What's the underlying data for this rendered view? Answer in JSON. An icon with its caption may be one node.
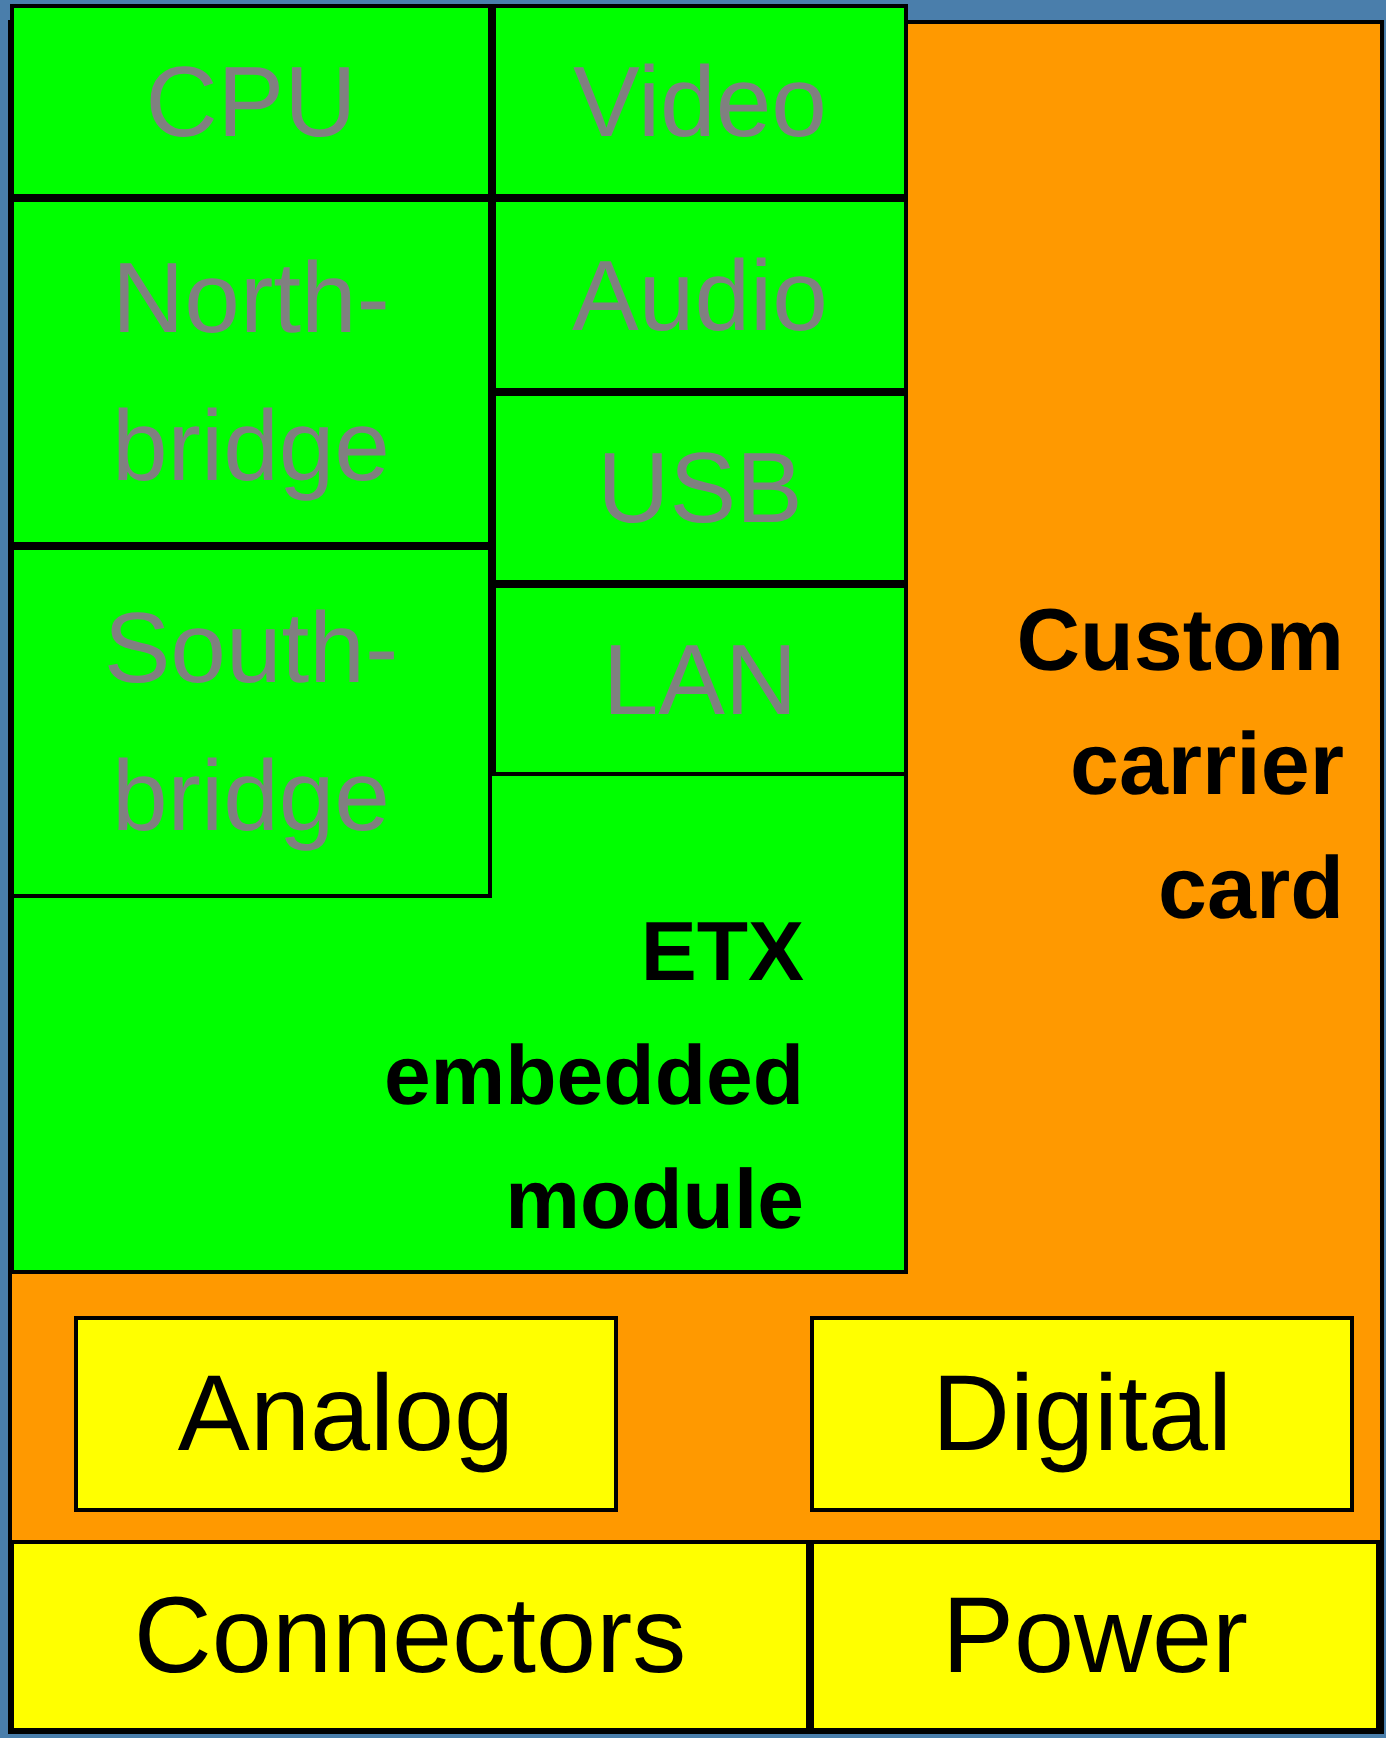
{
  "diagram": {
    "nodes": [
      {
        "text": [
          "Custom carrier card"
        ]
      },
      {
        "text": [
          "ETX embedded module"
        ],
        "in": 0
      },
      {
        "text": [
          "CPU"
        ],
        "in": 1
      },
      {
        "text": [
          "Video"
        ],
        "in": 1
      },
      {
        "text": [
          "North-bridge"
        ],
        "in": 1
      },
      {
        "text": [
          "Audio"
        ],
        "in": 1
      },
      {
        "text": [
          "USB"
        ],
        "in": 1
      },
      {
        "text": [
          "South-bridge"
        ],
        "in": 1
      },
      {
        "text": [
          "LAN"
        ],
        "in": 1
      },
      {
        "text": [
          "Analog"
        ],
        "in": 0
      },
      {
        "text": [
          "Digital"
        ],
        "in": 0
      },
      {
        "text": [
          "Connectors"
        ],
        "in": 0
      },
      {
        "text": [
          "Power"
        ],
        "in": 0
      }
    ]
  }
}
